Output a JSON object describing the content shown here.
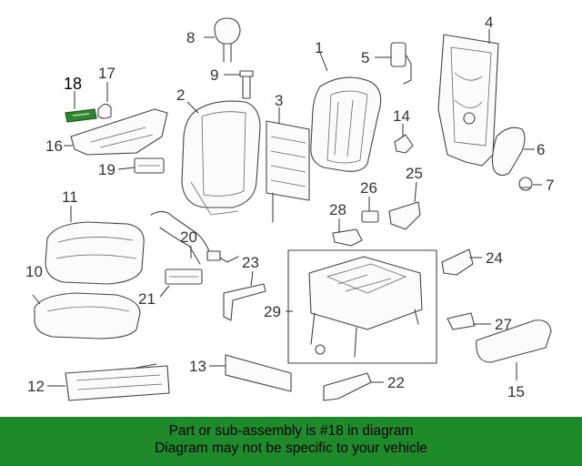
{
  "callouts": [
    {
      "id": "1",
      "label": "1"
    },
    {
      "id": "2",
      "label": "2"
    },
    {
      "id": "3",
      "label": "3"
    },
    {
      "id": "4",
      "label": "4"
    },
    {
      "id": "5",
      "label": "5"
    },
    {
      "id": "6",
      "label": "6"
    },
    {
      "id": "7",
      "label": "7"
    },
    {
      "id": "8",
      "label": "8"
    },
    {
      "id": "9",
      "label": "9"
    },
    {
      "id": "10",
      "label": "10"
    },
    {
      "id": "11",
      "label": "11"
    },
    {
      "id": "12",
      "label": "12"
    },
    {
      "id": "13",
      "label": "13"
    },
    {
      "id": "14",
      "label": "14"
    },
    {
      "id": "15",
      "label": "15"
    },
    {
      "id": "16",
      "label": "16"
    },
    {
      "id": "17",
      "label": "17"
    },
    {
      "id": "18",
      "label": "18"
    },
    {
      "id": "19",
      "label": "19"
    },
    {
      "id": "20",
      "label": "20"
    },
    {
      "id": "21",
      "label": "21"
    },
    {
      "id": "22",
      "label": "22"
    },
    {
      "id": "23",
      "label": "23"
    },
    {
      "id": "24",
      "label": "24"
    },
    {
      "id": "25",
      "label": "25"
    },
    {
      "id": "26",
      "label": "26"
    },
    {
      "id": "27",
      "label": "27"
    },
    {
      "id": "28",
      "label": "28"
    },
    {
      "id": "29",
      "label": "29"
    }
  ],
  "highlighted_part": "18",
  "colors": {
    "banner_bg": "#1f8a2c",
    "highlight_part": "#2f8a2f",
    "line": "#444444"
  },
  "banner": {
    "line1": "Part or sub-assembly is #18 in diagram",
    "line2": "Diagram may not be specific to your vehicle"
  }
}
